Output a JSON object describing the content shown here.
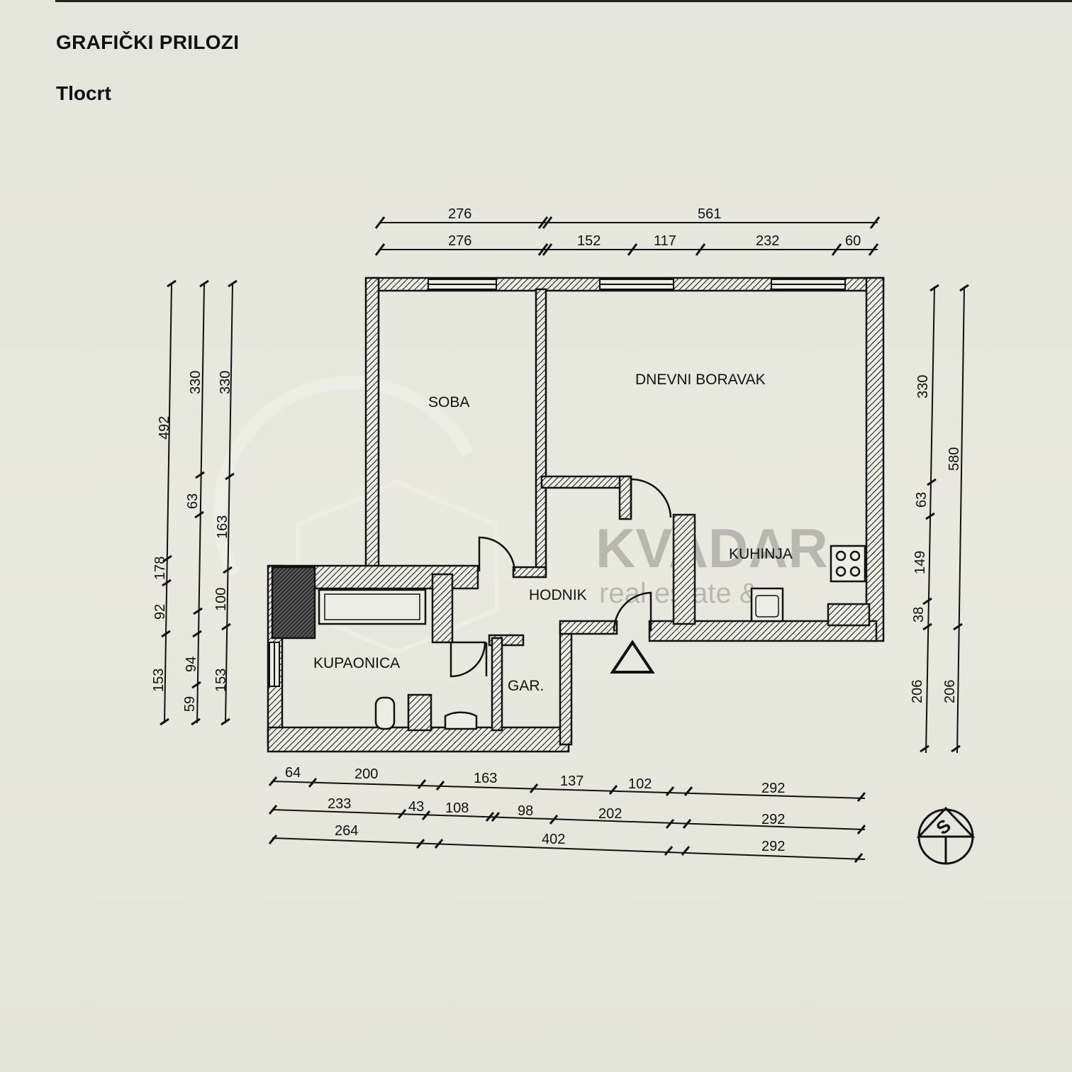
{
  "header": {
    "section_title": "GRAFIČKI PRILOZI",
    "subtitle": "Tlocrt"
  },
  "rooms": {
    "soba": "SOBA",
    "dnevni_boravak": "DNEVNI BORAVAK",
    "kuhinja": "KUHINJA",
    "hodnik": "HODNIK",
    "kupaonica": "KUPAONICA",
    "garderoba": "GAR."
  },
  "dimensions": {
    "top_row1": [
      "276",
      "561"
    ],
    "top_row2": [
      "276",
      "152",
      "117",
      "232",
      "60"
    ],
    "left_col1": [
      "492",
      "178",
      "92",
      "153"
    ],
    "left_col2": [
      "330",
      "63",
      "94",
      "59"
    ],
    "left_col3": [
      "330",
      "163",
      "100",
      "153"
    ],
    "right_col1": [
      "330",
      "63",
      "149",
      "38",
      "206"
    ],
    "right_col2": [
      "580",
      "206"
    ],
    "bottom_row1": [
      "64",
      "200",
      "163",
      "137",
      "102",
      "292"
    ],
    "bottom_row2": [
      "233",
      "43",
      "108",
      "98",
      "202",
      "292"
    ],
    "bottom_row3": [
      "264",
      "402",
      "292"
    ]
  },
  "compass": {
    "letter": "S"
  },
  "watermark": {
    "brand": "KVADAR",
    "tagline": "real estate &"
  }
}
